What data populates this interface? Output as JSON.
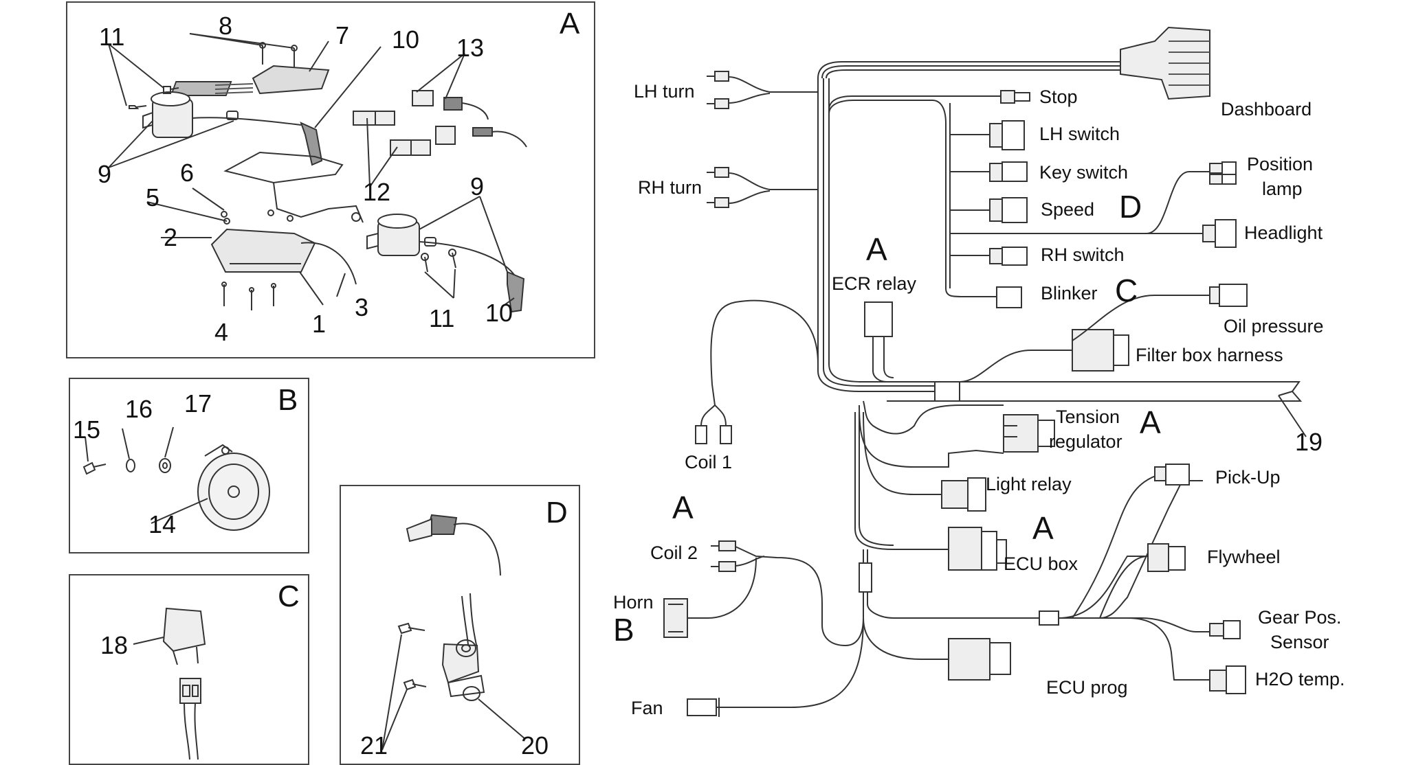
{
  "panels": {
    "A": {
      "letter": "A",
      "numbers": {
        "n1": "1",
        "n2": "2",
        "n3": "3",
        "n4": "4",
        "n5": "5",
        "n6": "6",
        "n7": "7",
        "n8": "8",
        "n9a": "9",
        "n9b": "9",
        "n10a": "10",
        "n10b": "10",
        "n11a": "11",
        "n11b": "11",
        "n12": "12",
        "n13": "13"
      }
    },
    "B": {
      "letter": "B",
      "numbers": {
        "n14": "14",
        "n15": "15",
        "n16": "16",
        "n17": "17"
      }
    },
    "C": {
      "letter": "C",
      "numbers": {
        "n18": "18"
      }
    },
    "D": {
      "letter": "D",
      "numbers": {
        "n20": "20",
        "n21": "21"
      }
    }
  },
  "harness": {
    "labels": {
      "lh_turn": "LH turn",
      "rh_turn": "RH turn",
      "stop": "Stop",
      "lh_switch": "LH switch",
      "key_switch": "Key switch",
      "speed": "Speed",
      "rh_switch": "RH switch",
      "blinker": "Blinker",
      "dashboard": "Dashboard",
      "position_lamp_1": "Position",
      "position_lamp_2": "lamp",
      "headlight": "Headlight",
      "ecr_relay": "ECR relay",
      "oil_pressure": "Oil pressure",
      "filter_box_harness": "Filter box harness",
      "coil_1": "Coil 1",
      "tension_regulator_1": "Tension",
      "tension_regulator_2": "regulator",
      "light_relay": "Light relay",
      "pick_up": "Pick-Up",
      "coil_2": "Coil 2",
      "ecu_box": "ECU box",
      "flywheel": "Flywheel",
      "horn": "Horn",
      "gear_pos_1": "Gear Pos.",
      "gear_pos_2": "Sensor",
      "ecu_prog": "ECU prog",
      "h2o_temp": "H2O temp.",
      "fan": "Fan"
    },
    "refs": {
      "d_speed": "D",
      "c_blinker": "C",
      "a_ecr": "A",
      "a_tension": "A",
      "a_ecu": "A",
      "a_coil2": "A",
      "b_horn": "B",
      "n19": "19"
    }
  },
  "colors": {
    "line": "#333333",
    "panel_border": "#444444",
    "background": "#ffffff"
  }
}
